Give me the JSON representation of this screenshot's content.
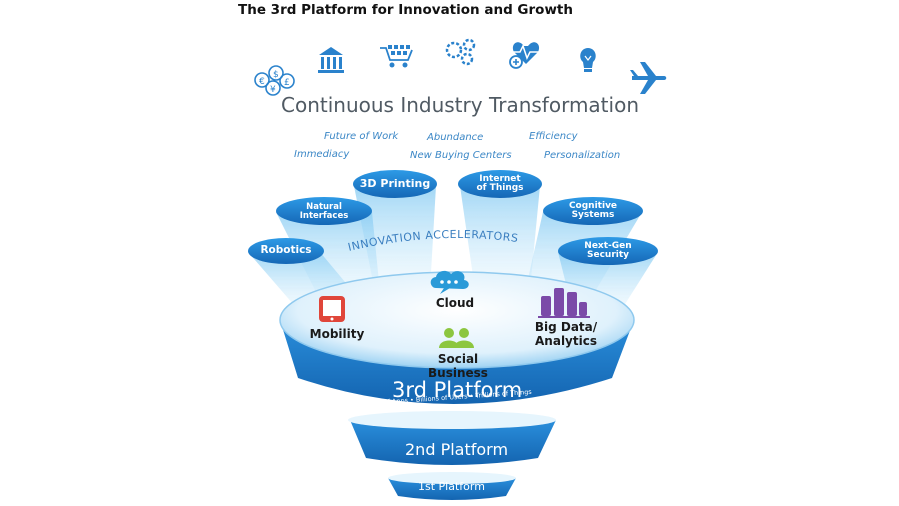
{
  "title": "The 3rd Platform for Innovation and Growth",
  "headline": "Continuous Industry Transformation",
  "trends": {
    "future_of_work": "Future of Work",
    "abundance": "Abundance",
    "efficiency": "Efficiency",
    "immediacy": "Immediacy",
    "new_buying_centers": "New Buying Centers",
    "personalization": "Personalization"
  },
  "accelerators_label": "INNOVATION ACCELERATORS",
  "accelerators": {
    "printing": "3D Printing",
    "iot_line1": "Internet",
    "iot_line2": "of Things",
    "natural_line1": "Natural",
    "natural_line2": "Interfaces",
    "cognitive_line1": "Cognitive",
    "cognitive_line2": "Systems",
    "robotics": "Robotics",
    "security_line1": "Next-Gen",
    "security_line2": "Security"
  },
  "platform_pillars": {
    "cloud": "Cloud",
    "mobility": "Mobility",
    "bigdata_line1": "Big Data/",
    "bigdata_line2": "Analytics",
    "social_line1": "Social",
    "social_line2": "Business"
  },
  "tiers": {
    "third": "3rd Platform",
    "third_tagline": "Millions of Apps • Billions of Users • Trillions of Things",
    "second": "2nd Platform",
    "first": "1st Platform"
  },
  "industry_icons": [
    "currency-icon",
    "bank-icon",
    "shopping-cart-icon",
    "gears-icon",
    "health-icon",
    "lightbulb-icon",
    "airplane-icon"
  ],
  "colors": {
    "accent_blue": "#1f7fd0",
    "headline_gray": "#505a63",
    "trend_blue": "#3b87c6",
    "mobility_red": "#e0463a",
    "cloud_blue": "#2a9ad8",
    "social_green": "#8cc63f",
    "bigdata_purple": "#7b4aa8"
  }
}
